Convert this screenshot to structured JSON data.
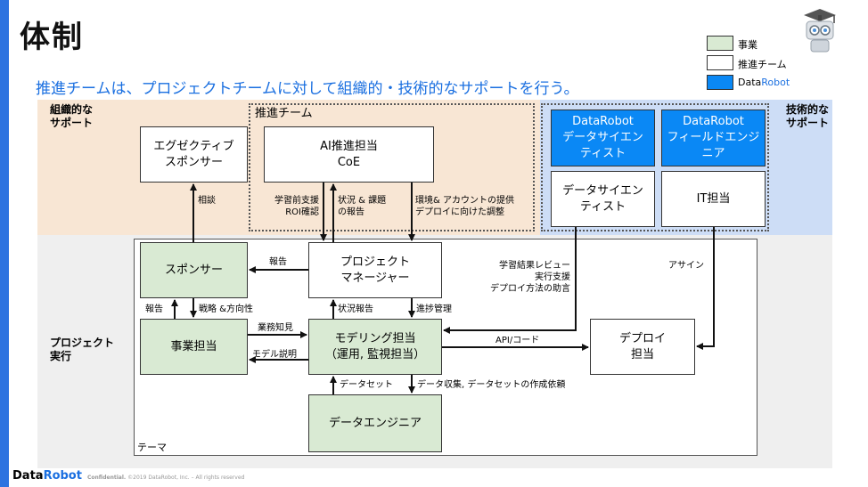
{
  "title": "体制",
  "subtitle": "推進チームは、プロジェクトチームに対して組織的・技術的なサポートを行う。",
  "legend": [
    {
      "label": "事業",
      "color": "#d9ead3"
    },
    {
      "label": "推進チーム",
      "color": "#ffffff"
    },
    {
      "label_prefix": "Data",
      "label_suffix": "Robot",
      "color": "#0a88f5"
    }
  ],
  "zones": {
    "org_support": "組織的な\nサポート",
    "tech_support": "技術的な\nサポート",
    "project_exec": "プロジェクト\n実行",
    "promo_team": "推進チーム",
    "theme": "テーマ"
  },
  "nodes": {
    "exec_sponsor": "エグゼクティブ\nスポンサー",
    "ai_coe": "AI推進担当\nCoE",
    "dr_ds": "DataRobot\nデータサイエン\nティスト",
    "dr_fe": "DataRobot\nフィールドエンジ\nニア",
    "ds": "データサイエン\nティスト",
    "it": "IT担当",
    "sponsor": "スポンサー",
    "pm": "プロジェクト\nマネージャー",
    "biz": "事業担当",
    "modeling": "モデリング担当\n（運用, 監視担当）",
    "deploy": "デプロイ\n担当",
    "data_eng": "データエンジニア"
  },
  "edges": {
    "consult": "相談",
    "learn_support": "学習前支援\nROI確認",
    "status_issue": "状況 & 課題\nの報告",
    "env_account": "環境& アカウントの提供\nデプロイに向けた調整",
    "report_pm": "報告",
    "review": "学習結果レビュー\n実行支援\nデプロイ方法の助言",
    "assign": "アサイン",
    "report_biz": "報告",
    "strategy": "戦略 &方向性",
    "status_report": "状況報告",
    "progress": "進捗管理",
    "biz_knowledge": "業務知見",
    "model_explain": "モデル説明",
    "api_code": "API/コード",
    "dataset": "データセット",
    "data_collect": "データ収集, データセットの作成依頼"
  },
  "footer": {
    "brand_prefix": "Data",
    "brand_suffix": "Robot",
    "confidential": "Confidential.",
    "copyright": "©2019 DataRobot, Inc. – All rights reserved"
  }
}
